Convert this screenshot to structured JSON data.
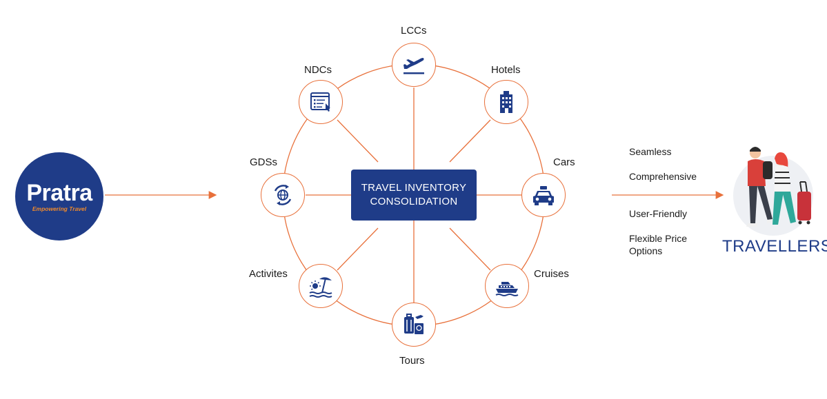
{
  "logo": {
    "name": "Pratra",
    "tagline": "Empowering Travel"
  },
  "center": {
    "label": "TRAVEL INVENTORY\nCONSOLIDATION"
  },
  "nodes": {
    "lccs": {
      "label": "LCCs",
      "icon": "airplane-takeoff-icon"
    },
    "hotels": {
      "label": "Hotels",
      "icon": "hotel-building-icon"
    },
    "cars": {
      "label": "Cars",
      "icon": "taxi-car-icon"
    },
    "cruises": {
      "label": "Cruises",
      "icon": "cruise-ship-icon"
    },
    "tours": {
      "label": "Tours",
      "icon": "luggage-passport-icon"
    },
    "activites": {
      "label": "Activites",
      "icon": "beach-umbrella-icon"
    },
    "gdss": {
      "label": "GDSs",
      "icon": "globe-sync-icon"
    },
    "ndcs": {
      "label": "NDCs",
      "icon": "document-list-icon"
    }
  },
  "features": [
    "Seamless",
    "Comprehensive",
    "User-Friendly",
    "Flexible Price\nOptions"
  ],
  "travellers": {
    "label": "TRAVELLERS"
  },
  "colors": {
    "navy": "#1f3c88",
    "orange": "#e8703a",
    "accent": "#f08a2b"
  }
}
